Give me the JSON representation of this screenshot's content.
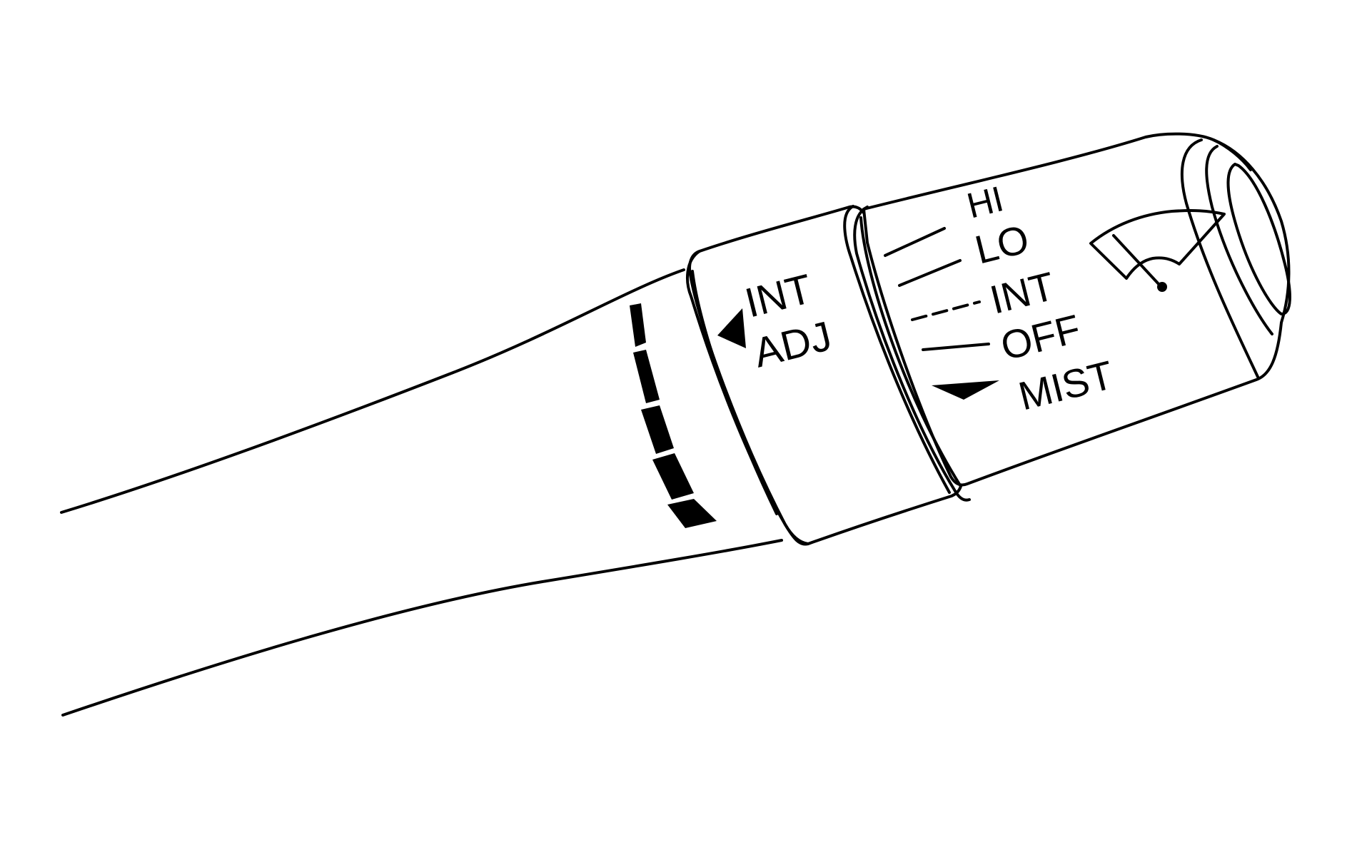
{
  "figure": {
    "stalk_body_color": "#ffffff",
    "line_color": "#000000"
  },
  "ring": {
    "int_label": "INT",
    "adj_label": "ADJ",
    "arrow_icon": "triangle-left-icon"
  },
  "knob": {
    "positions": [
      {
        "label": "HI",
        "marker": "solid-line"
      },
      {
        "label": "LO",
        "marker": "solid-line"
      },
      {
        "label": "INT",
        "marker": "dashed-line"
      },
      {
        "label": "OFF",
        "marker": "solid-line"
      },
      {
        "label": "MIST",
        "marker": "triangle-down-arrow"
      }
    ],
    "wiper_symbol_icon": "windshield-wiper-icon"
  },
  "adjust_scale": {
    "segment_count": 5
  }
}
